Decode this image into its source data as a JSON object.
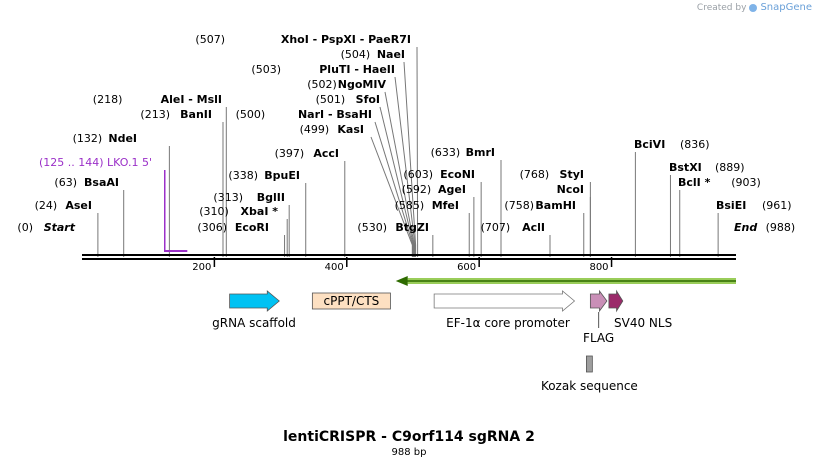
{
  "credit": {
    "prefix": "Created by",
    "brand": "SnapGene"
  },
  "map": {
    "title": "lentiCRISPR - C9orf114 sgRNA 2",
    "subtitle": "988 bp",
    "length": 988,
    "ticks": [
      200,
      400,
      600,
      800
    ],
    "sites": [
      {
        "pos": "(0)",
        "name": "Start",
        "bp": 0,
        "italic": true
      },
      {
        "pos": "(24)",
        "name": "AseI",
        "bp": 24
      },
      {
        "pos": "(63)",
        "name": "BsaAI",
        "bp": 63
      },
      {
        "pos": "(132)",
        "name": "NdeI",
        "bp": 132
      },
      {
        "pos": "(213)",
        "name": "BanII",
        "bp": 213
      },
      {
        "pos": "(218)",
        "name": "AleI  -  MslI",
        "bp": 218
      },
      {
        "pos": "(306)",
        "name": "EcoRI",
        "bp": 306
      },
      {
        "pos": "(310)",
        "name": "XbaI *",
        "bp": 310
      },
      {
        "pos": "(313)",
        "name": "BglII",
        "bp": 313
      },
      {
        "pos": "(338)",
        "name": "BpuEI",
        "bp": 338
      },
      {
        "pos": "(397)",
        "name": "AccI",
        "bp": 397
      },
      {
        "pos": "(499)",
        "name": "KasI",
        "bp": 499
      },
      {
        "pos": "(500)",
        "name": "NarI  -  BsaHI",
        "bp": 500
      },
      {
        "pos": "(501)",
        "name": "SfoI",
        "bp": 501
      },
      {
        "pos": "(502)",
        "name": "NgoMIV",
        "bp": 502
      },
      {
        "pos": "(503)",
        "name": "PluTI  -  HaeII",
        "bp": 503
      },
      {
        "pos": "(504)",
        "name": "NaeI",
        "bp": 504
      },
      {
        "pos": "(507)",
        "name": "XhoI  -  PspXI  -  PaeR7I",
        "bp": 507
      },
      {
        "pos": "(530)",
        "name": "BtgZI",
        "bp": 530
      },
      {
        "pos": "(585)",
        "name": "MfeI",
        "bp": 585
      },
      {
        "pos": "(592)",
        "name": "AgeI",
        "bp": 592
      },
      {
        "pos": "(603)",
        "name": "EcoNI",
        "bp": 603
      },
      {
        "pos": "(633)",
        "name": "BmrI",
        "bp": 633
      },
      {
        "pos": "(707)",
        "name": "AclI",
        "bp": 707
      },
      {
        "pos": "(758)",
        "name": "BamHI",
        "bp": 758
      },
      {
        "pos": "(768)",
        "name": "StyI",
        "bp": 768
      },
      {
        "pos": "",
        "name": "NcoI",
        "bp": 768
      },
      {
        "pos": "(836)",
        "name": "BciVI",
        "bp": 836
      },
      {
        "pos": "(889)",
        "name": "BstXI",
        "bp": 889
      },
      {
        "pos": "(903)",
        "name": "BclI *",
        "bp": 903
      },
      {
        "pos": "(961)",
        "name": "BsiEI",
        "bp": 961
      },
      {
        "pos": "(988)",
        "name": "End",
        "bp": 988,
        "italic": true
      }
    ],
    "primer": {
      "label": "(125 .. 144)  LKO.1 5'",
      "start": 125,
      "end": 144,
      "color": "#9b30c8"
    },
    "orf": {
      "start": 480,
      "end": 988,
      "color": "#9acd5a"
    },
    "features": [
      {
        "label": "gRNA scaffold",
        "start": 223,
        "end": 298,
        "type": "arrow",
        "color": "#00c2f3"
      },
      {
        "label": "cPPT/CTS",
        "start": 348,
        "end": 466,
        "type": "box",
        "color": "#fde0c2"
      },
      {
        "label": "EF-1α core promoter",
        "start": 532,
        "end": 744,
        "type": "arrow",
        "color": "#ffffff"
      },
      {
        "label": "FLAG",
        "start": 768,
        "end": 793,
        "type": "arrow",
        "color": "#c98fb7"
      },
      {
        "label": "SV40 NLS",
        "start": 796,
        "end": 817,
        "type": "arrow",
        "color": "#9b2a6a"
      },
      {
        "label": "Kozak sequence",
        "start": 762,
        "end": 771,
        "type": "box",
        "color": "#9e9e9e"
      }
    ]
  }
}
